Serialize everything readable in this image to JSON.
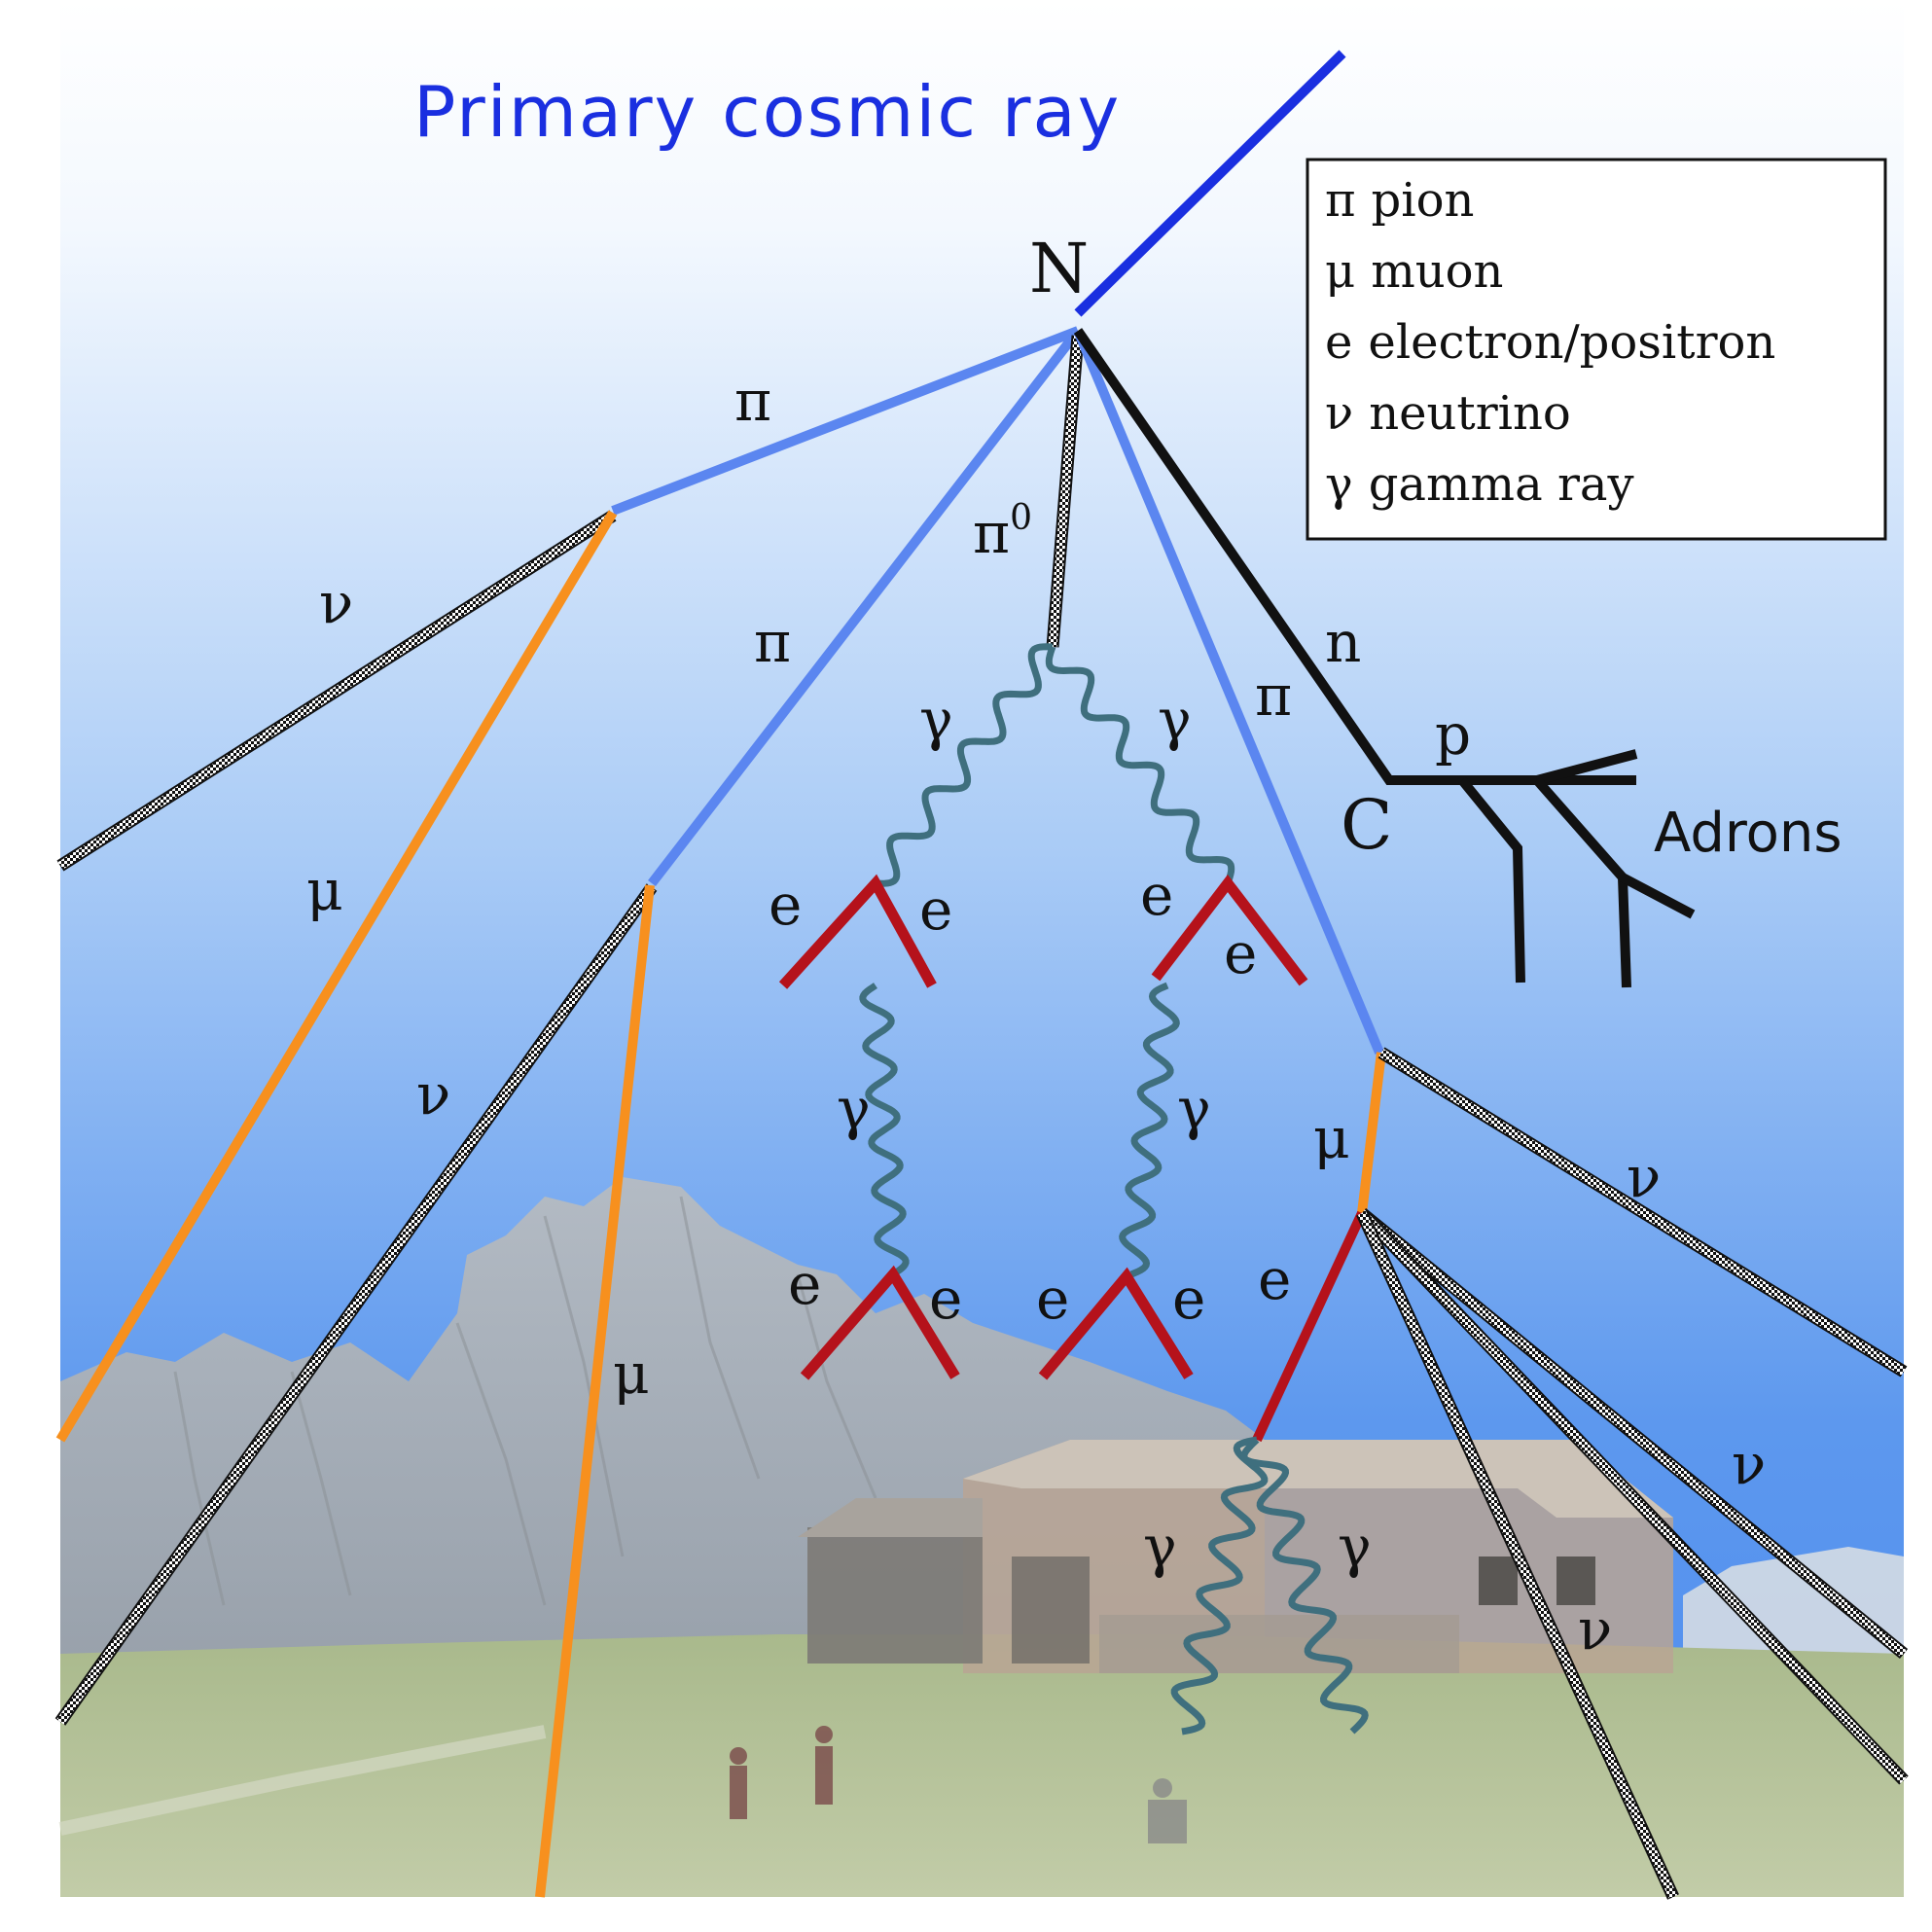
{
  "title": "Primary cosmic ray",
  "legend": {
    "items": [
      {
        "symbol": "π",
        "label": "pion"
      },
      {
        "symbol": "μ",
        "label": "muon"
      },
      {
        "symbol": "e",
        "label": "electron/positron"
      },
      {
        "symbol": "ν",
        "label": "neutrino"
      },
      {
        "symbol": "γ",
        "label": "gamma ray"
      }
    ]
  },
  "nodes": {
    "nucleus": "N",
    "collision": "C",
    "adrons": "Adrons"
  },
  "particles": {
    "pi": "π",
    "pi0": "π",
    "pi0_sup": "0",
    "mu": "μ",
    "nu": "ν",
    "gamma": "γ",
    "e": "e",
    "n": "n",
    "p": "p"
  },
  "colors": {
    "primary": "#1a2fe0",
    "pion": "#5b86f0",
    "muon": "#f7901e",
    "electron": "#b5121b",
    "gamma": "#3f6f7e",
    "hadron": "#111111",
    "sky_top": "#ffffff",
    "sky_bottom": "#4f8ff0"
  }
}
